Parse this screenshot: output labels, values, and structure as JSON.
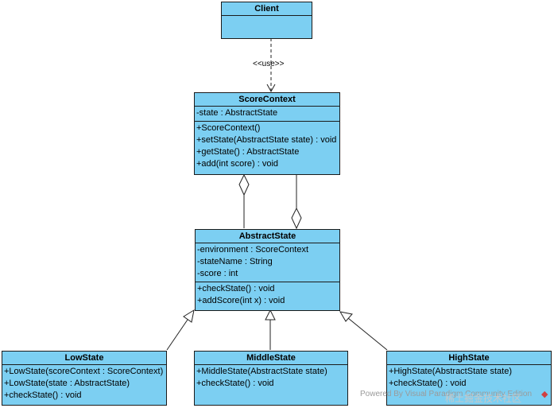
{
  "classes": {
    "client": {
      "name": "Client"
    },
    "score_context": {
      "name": "ScoreContext",
      "attributes": [
        "-state : AbstractState"
      ],
      "operations": [
        "+ScoreContext()",
        "+setState(AbstractState state) : void",
        "+getState() : AbstractState",
        "+add(int score) : void"
      ]
    },
    "abstract_state": {
      "name": "AbstractState",
      "attributes": [
        "-environment : ScoreContext",
        "-stateName : String",
        "-score : int"
      ],
      "operations": [
        "+checkState() : void",
        "+addScore(int x) : void"
      ]
    },
    "low_state": {
      "name": "LowState",
      "operations": [
        "+LowState(scoreContext : ScoreContext)",
        "+LowState(state : AbstractState)",
        "+checkState() : void"
      ]
    },
    "middle_state": {
      "name": "MiddleState",
      "operations": [
        "+MiddleState(AbstractState state)",
        "+checkState() : void"
      ]
    },
    "high_state": {
      "name": "HighState",
      "operations": [
        "+HighState(AbstractState state)",
        "+checkState() : void"
      ]
    }
  },
  "relations": {
    "use_label": "<<use>>"
  },
  "watermark": {
    "text": "Powered By  Visual Paradigm Community Edition",
    "overlay": "稀土掘金技术社区"
  }
}
